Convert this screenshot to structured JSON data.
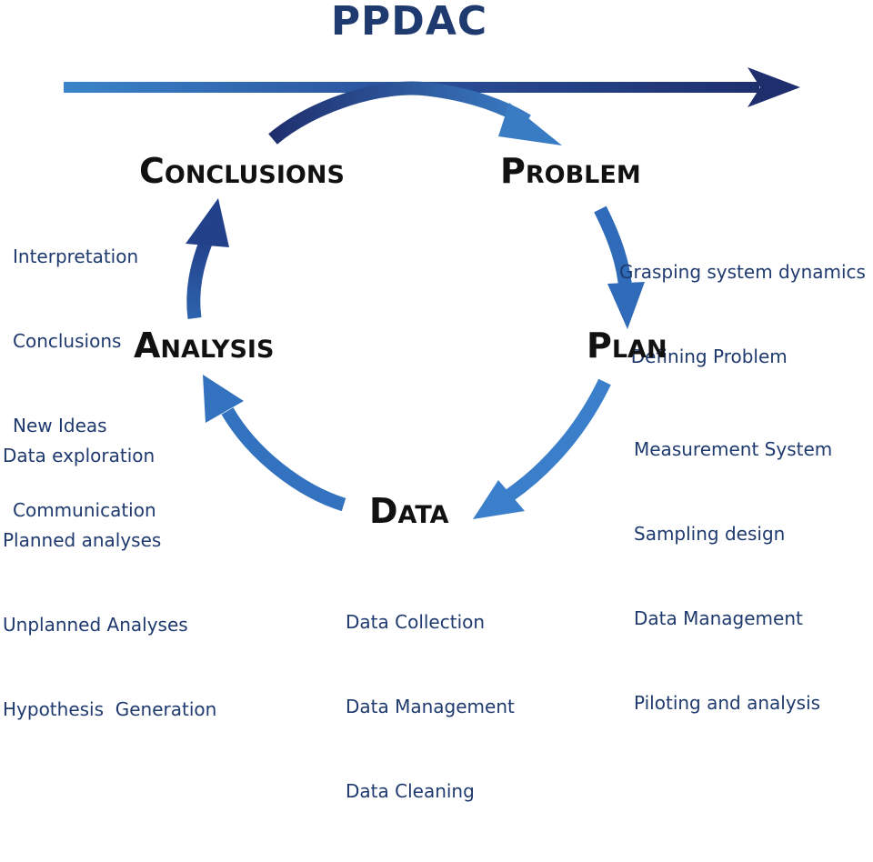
{
  "title": "PPDAC",
  "colors": {
    "title": "#1f3a6e",
    "stage_label": "#111111",
    "note_text": "#1f3a6e",
    "arrow_dark": "#1f2f6e",
    "arrow_light": "#3a7cc4"
  },
  "stages": {
    "problem": {
      "label": "Problem",
      "notes": [
        "Grasping system dynamics",
        "  Defining Problem"
      ]
    },
    "plan": {
      "label": "Plan",
      "notes": [
        "Measurement System",
        "Sampling design",
        "Data Management",
        "Piloting and analysis"
      ]
    },
    "data": {
      "label": "Data",
      "notes": [
        "Data Collection",
        "Data Management",
        "Data Cleaning"
      ]
    },
    "analysis": {
      "label": "Analysis",
      "notes": [
        "Data exploration",
        "Planned analyses",
        "Unplanned Analyses",
        "Hypothesis  Generation"
      ]
    },
    "conclusions": {
      "label": "Conclusions",
      "notes": [
        "Interpretation",
        "Conclusions",
        "New Ideas",
        "Communication"
      ]
    }
  }
}
